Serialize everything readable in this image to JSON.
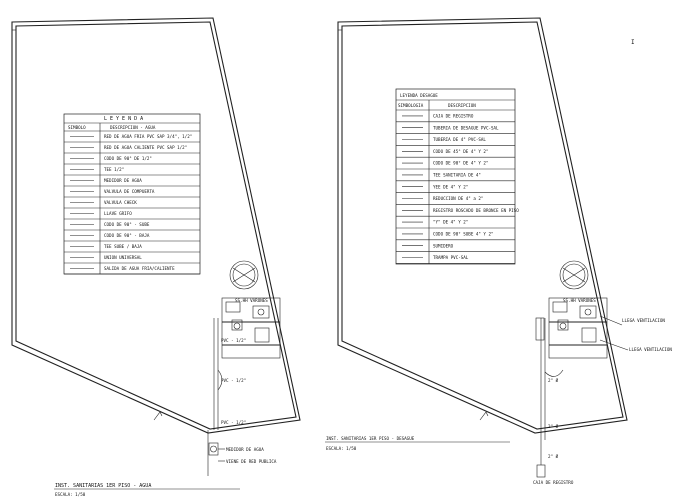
{
  "left_plan": {
    "legend_title": "L E Y E N D A",
    "col_symbol": "SIMBOLO",
    "col_desc": "DESCRIPCION - AGUA",
    "rows": [
      "RED DE AGUA FRIA PVC SAP 3/4\", 1/2\"",
      "RED DE AGUA CALIENTE PVC SAP 1/2\"",
      "CODO DE 90° DE 1/2\"",
      "TEE 1/2\"",
      "MEDIDOR DE AGUA",
      "VALVULA DE COMPUERTA",
      "VALVULA CHECK",
      "LLAVE GRIFO",
      "CODO DE 90° - SUBE",
      "CODO DE 90° - BAJA",
      "TEE SUBE / BAJA",
      "UNION UNIVERSAL",
      "SALIDA DE AGUA FRIA/CALIENTE"
    ],
    "room_label": "SS.HH VARONES",
    "pipe_labels": [
      "PVC - 1/2\"",
      "PVC - 1/2\"",
      "PVC - 1/2\""
    ],
    "meter_label": "MEDIDOR DE AGUA",
    "supply_label": "VIENE DE RED PUBLICA",
    "title": "INST. SANITARIAS 1ER PISO - AGUA",
    "scale": "ESCALA: 1/50"
  },
  "right_plan": {
    "legend_title": "LEYENDA DESAGUE",
    "col_symbol": "SIMBOLOGIA",
    "col_desc": "DESCRIPCION",
    "rows": [
      "CAJA DE REGISTRO",
      "TUBERIA DE DESAGUE PVC-SAL",
      "TUBERIA DE 4\" PVC-SAL",
      "CODO DE 45° DE 4\" Y 2\"",
      "CODO DE 90° DE 4\" Y 2\"",
      "TEE SANITARIA DE 4\"",
      "YEE DE 4\" Y 2\"",
      "REDUCCION DE 4\" a 2\"",
      "REGISTRO ROSCADO DE BRONCE EN PISO",
      "\"Y\" DE 4\" Y 2\"",
      "CODO DE 90° SUBE 4\" Y 2\"",
      "SUMIDERO",
      "TRAMPA PVC-SAL"
    ],
    "room_label": "SS.HH VARONES",
    "vent1": "LLEGA VENTILACION",
    "vent2": "LLEGA VENTILACION",
    "pipe_labels": [
      "2\" Ø",
      "2\" Ø",
      "2\" Ø"
    ],
    "box_label": "CAJA DE REGISTRO",
    "title": "INST. SANITARIAS 1ER PISO - DESAGUE",
    "scale": "ESCALA: 1/50"
  },
  "corner_mark": "I"
}
